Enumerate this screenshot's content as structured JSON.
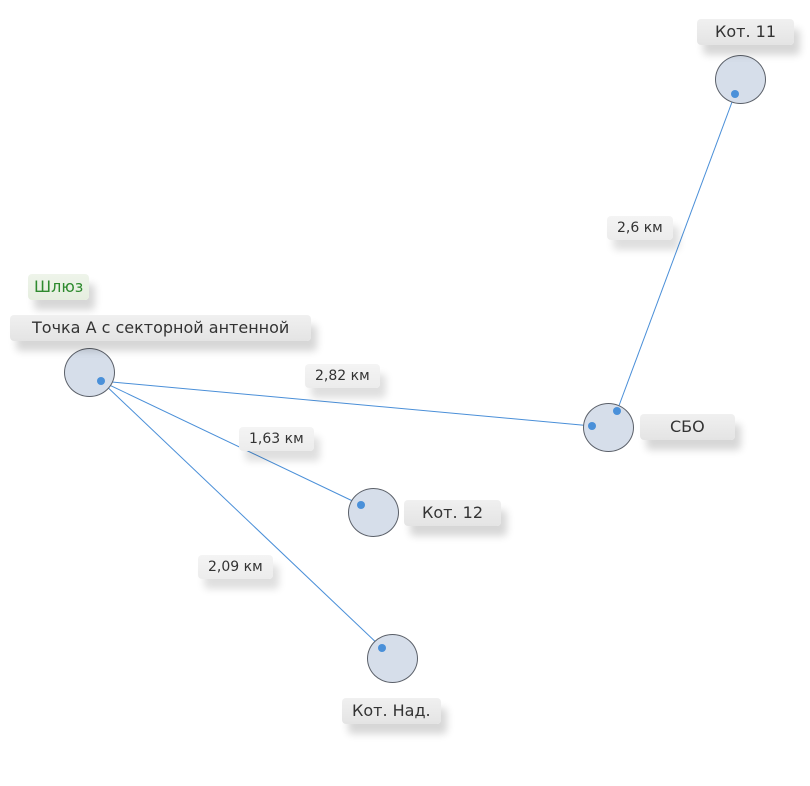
{
  "gateway": {
    "tag": "Шлюз",
    "label": "Точка А с секторной антенной"
  },
  "nodes": [
    {
      "label": "Кот. 11"
    },
    {
      "label": "СБО"
    },
    {
      "label": "Кот. 12"
    },
    {
      "label": "Кот. Над."
    }
  ],
  "links": [
    {
      "distance": "2,6 км"
    },
    {
      "distance": "2,82 км"
    },
    {
      "distance": "1,63 км"
    },
    {
      "distance": "2,09 км"
    }
  ],
  "colors": {
    "link": "#4a8fd8",
    "node_fill": "#d6deea",
    "gateway_tag": "#2e8a2e"
  }
}
